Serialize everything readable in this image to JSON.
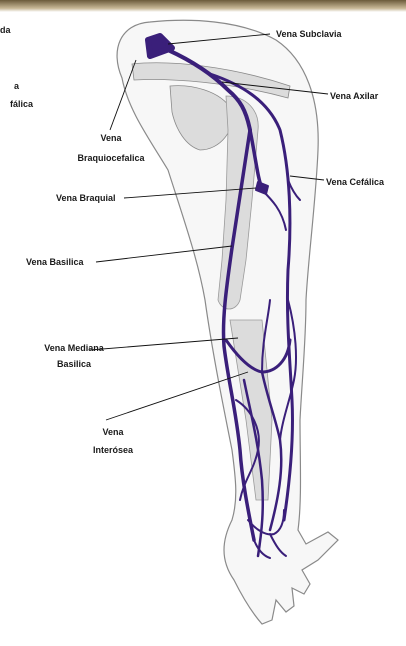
{
  "labels": {
    "subclavia": "Vena Subclavia",
    "axilar": "Vena Axilar",
    "braquiocefalica_1": "Vena",
    "braquiocefalica_2": "Braquiocefalica",
    "braquial": "Vena Braquial",
    "cefalica": "Vena Cefálica",
    "basilica": "Vena Basilica",
    "mediana_1": "Vena Mediana",
    "mediana_2": "Basilica",
    "interosea_1": "Vena",
    "interosea_2": "Interósea",
    "cut_1": "da",
    "cut_2": "a",
    "cut_3": "fálica"
  },
  "colors": {
    "vein": "#3a1f7a",
    "bone": "#dcdcdc",
    "outline": "#8a8a8a",
    "leader": "#111111"
  }
}
